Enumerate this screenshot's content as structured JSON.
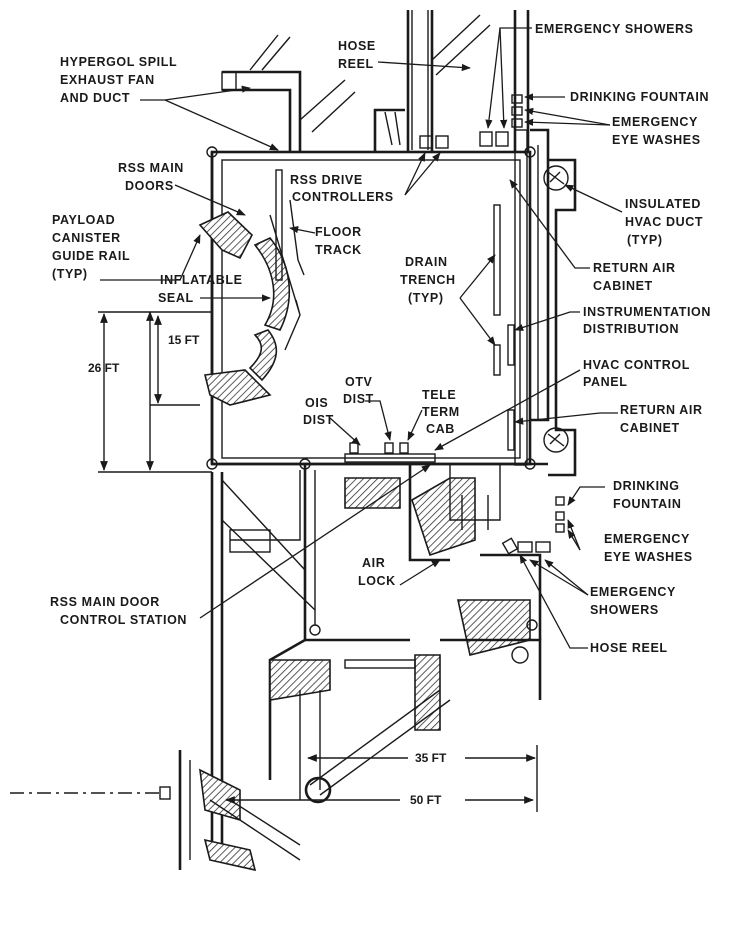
{
  "labels": {
    "hypergol": [
      "HYPERGOL SPILL",
      "EXHAUST FAN",
      "AND DUCT"
    ],
    "hose_reel_top": [
      "HOSE",
      "REEL"
    ],
    "emergency_showers_top": [
      "EMERGENCY SHOWERS"
    ],
    "drinking_fountain_top": [
      "DRINKING FOUNTAIN"
    ],
    "emergency_eye_washes_top": [
      "EMERGENCY",
      "EYE WASHES"
    ],
    "rss_main_doors": [
      "RSS MAIN",
      "DOORS"
    ],
    "rss_drive_controllers": [
      "RSS DRIVE",
      "CONTROLLERS"
    ],
    "insulated_hvac_duct": [
      "INSULATED",
      "HVAC DUCT",
      "(TYP)"
    ],
    "payload_canister_guide_rail": [
      "PAYLOAD",
      "CANISTER",
      "GUIDE RAIL",
      "(TYP)"
    ],
    "floor_track": [
      "FLOOR",
      "TRACK"
    ],
    "drain_trench": [
      "DRAIN",
      "TRENCH",
      "(TYP)"
    ],
    "return_air_cabinet_top": [
      "RETURN AIR",
      "CABINET"
    ],
    "inflatable_seal": [
      "INFLATABLE",
      "SEAL"
    ],
    "instrumentation_distribution": [
      "INSTRUMENTATION",
      "DISTRIBUTION"
    ],
    "hvac_control_panel": [
      "HVAC CONTROL",
      "PANEL"
    ],
    "otv_dist": [
      "OTV",
      "DIST"
    ],
    "ois_dist": [
      "OIS",
      "DIST"
    ],
    "tele_term_cab": [
      "TELE",
      "TERM",
      "CAB"
    ],
    "return_air_cabinet_bottom": [
      "RETURN AIR",
      "CABINET"
    ],
    "drinking_fountain_bottom": [
      "DRINKING",
      "FOUNTAIN"
    ],
    "emergency_eye_washes_bottom": [
      "EMERGENCY",
      "EYE WASHES"
    ],
    "air_lock": [
      "AIR",
      "LOCK"
    ],
    "emergency_showers_bottom": [
      "EMERGENCY",
      "SHOWERS"
    ],
    "rss_main_door_control_station": [
      "RSS MAIN DOOR",
      "CONTROL STATION"
    ],
    "hose_reel_bottom": [
      "HOSE REEL"
    ]
  },
  "dimensions": {
    "d15": "15 FT",
    "d26": "26 FT",
    "d35": "35 FT",
    "d50": "50 FT"
  }
}
